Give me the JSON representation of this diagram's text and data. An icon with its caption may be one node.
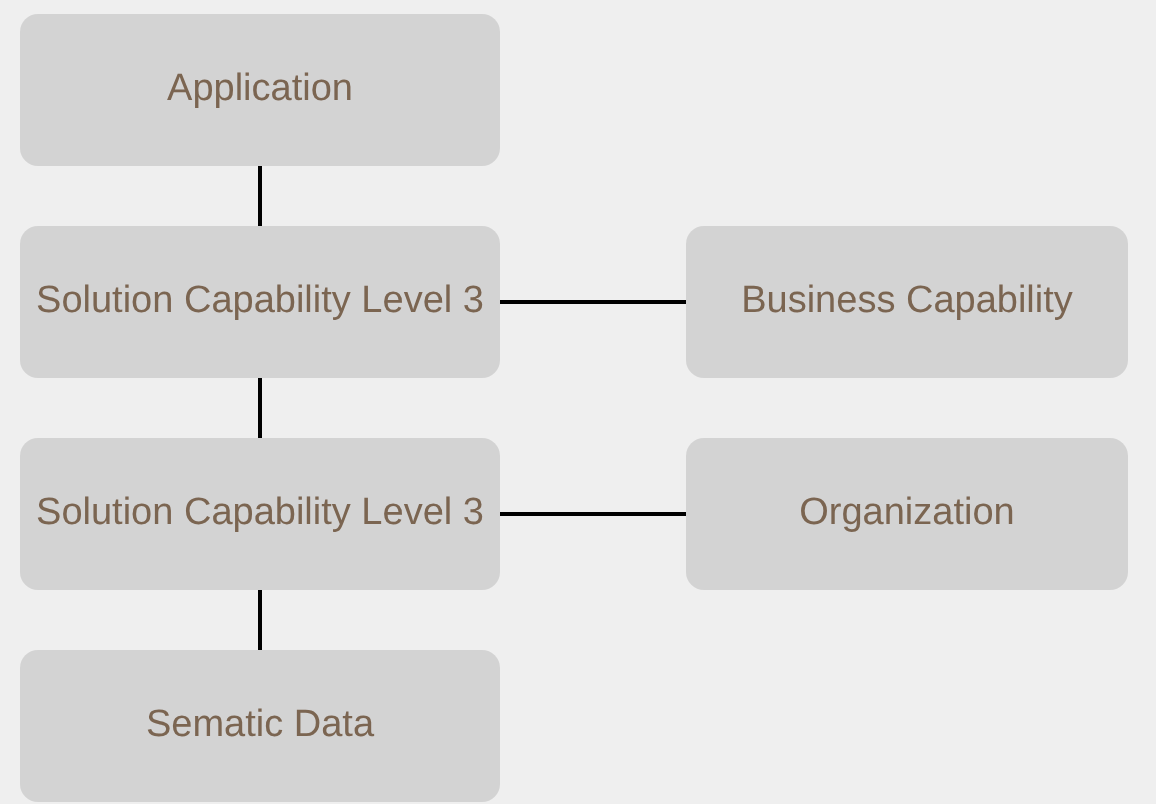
{
  "diagram": {
    "nodes": [
      {
        "text": [
          "Application"
        ]
      },
      {
        "text": [
          "Solution Capability Level 3"
        ]
      },
      {
        "text": [
          "Business Capability"
        ]
      },
      {
        "text": [
          "Solution Capability Level 3"
        ]
      },
      {
        "text": [
          "Organization"
        ]
      },
      {
        "text": [
          "Sematic Data"
        ]
      }
    ],
    "edges": [
      {
        "from": 0,
        "to": 1,
        "arrow": "none"
      },
      {
        "from": 1,
        "to": 2,
        "arrow": "none"
      },
      {
        "from": 1,
        "to": 3,
        "arrow": "none"
      },
      {
        "from": 3,
        "to": 4,
        "arrow": "none"
      },
      {
        "from": 3,
        "to": 5,
        "arrow": "none"
      }
    ]
  }
}
